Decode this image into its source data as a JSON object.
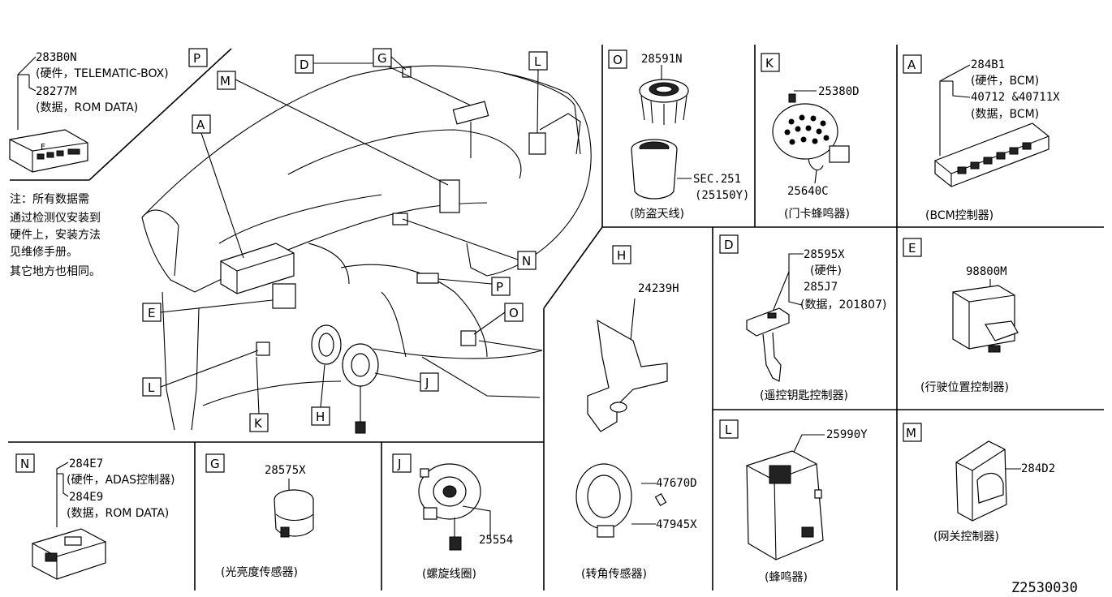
{
  "diagram_code": "Z2530030",
  "note": {
    "lines": [
      "注：所有数据需",
      "通过检测仪安装到",
      "硬件上，安装方法",
      "见维修手册。",
      "其它地方也相同。"
    ]
  },
  "overview_callouts": [
    "P",
    "D",
    "G",
    "L",
    "M",
    "A",
    "N",
    "P",
    "O",
    "E",
    "L",
    "J",
    "H",
    "K"
  ],
  "panels": {
    "P": {
      "letter": "P",
      "lines": [
        "283B0N",
        "(硬件，TELEMATIC-BOX)",
        "28277M",
        "(数据，ROM DATA)"
      ]
    },
    "O": {
      "letter": "O",
      "part1": "28591N",
      "part2": "SEC.251",
      "part2b": "(25150Y)",
      "caption": "(防盗天线)"
    },
    "K": {
      "letter": "K",
      "part1": "25380D",
      "part2": "25640C",
      "caption": "(门卡蜂鸣器)"
    },
    "A": {
      "letter": "A",
      "lines": [
        "284B1",
        "(硬件，BCM)",
        "40712 &40711X",
        "(数据，BCM)"
      ],
      "caption": "(BCM控制器)"
    },
    "H": {
      "letter": "H",
      "part1": "24239H",
      "part2": "47670D",
      "part3": "47945X",
      "caption": "(转角传感器)"
    },
    "D": {
      "letter": "D",
      "lines": [
        "28595X",
        "(硬件)",
        "285J7",
        "(数据，201807)"
      ],
      "caption": "(遥控钥匙控制器)"
    },
    "E": {
      "letter": "E",
      "part1": "98800M",
      "caption": "(行驶位置控制器)"
    },
    "N": {
      "letter": "N",
      "lines": [
        "284E7",
        "(硬件，ADAS控制器)",
        "284E9",
        "(数据，ROM DATA)"
      ]
    },
    "G": {
      "letter": "G",
      "part1": "28575X",
      "caption": "(光亮度传感器)"
    },
    "J": {
      "letter": "J",
      "part1": "25554",
      "caption": "(螺旋线圈)"
    },
    "L": {
      "letter": "L",
      "part1": "25990Y",
      "caption": "(蜂鸣器)"
    },
    "M": {
      "letter": "M",
      "part1": "284D2",
      "caption": "(网关控制器)"
    }
  }
}
